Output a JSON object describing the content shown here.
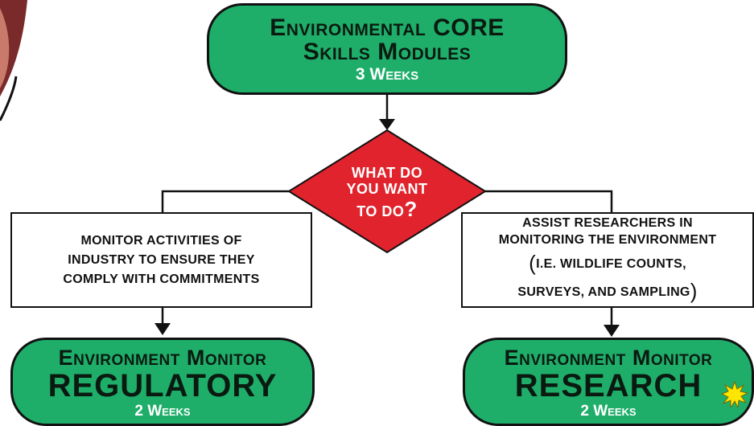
{
  "start": {
    "line1": "Environmental CORE",
    "line2": "Skills Modules",
    "duration": "3 Weeks"
  },
  "decision": {
    "line1": "WHAT DO",
    "line2": "YOU WANT",
    "line3": "TO DO",
    "qmark": "?"
  },
  "option_left": {
    "lines": [
      "MONITOR ACTIVITIES OF",
      "INDUSTRY TO ENSURE THEY",
      "COMPLY WITH COMMITMENTS"
    ]
  },
  "option_right": {
    "lines": [
      "ASSIST RESEARCHERS IN",
      "MONITORING THE ENVIRONMENT"
    ],
    "paren_open": "(",
    "line3": "I.E. WILDLIFE COUNTS,",
    "line4": "SURVEYS, AND SAMPLING",
    "paren_close": ")"
  },
  "outcome_left": {
    "line1": "Environment Monitor",
    "line2": "REGULATORY",
    "duration": "2 Weeks"
  },
  "outcome_right": {
    "line1": "Environment Monitor",
    "line2": "RESEARCH",
    "duration": "2 Weeks"
  },
  "colors": {
    "terminal_fill": "#1fae6a",
    "decision_fill": "#e0232c",
    "process_fill": "#ffffff",
    "line": "#111111",
    "star": "#ffe600"
  }
}
